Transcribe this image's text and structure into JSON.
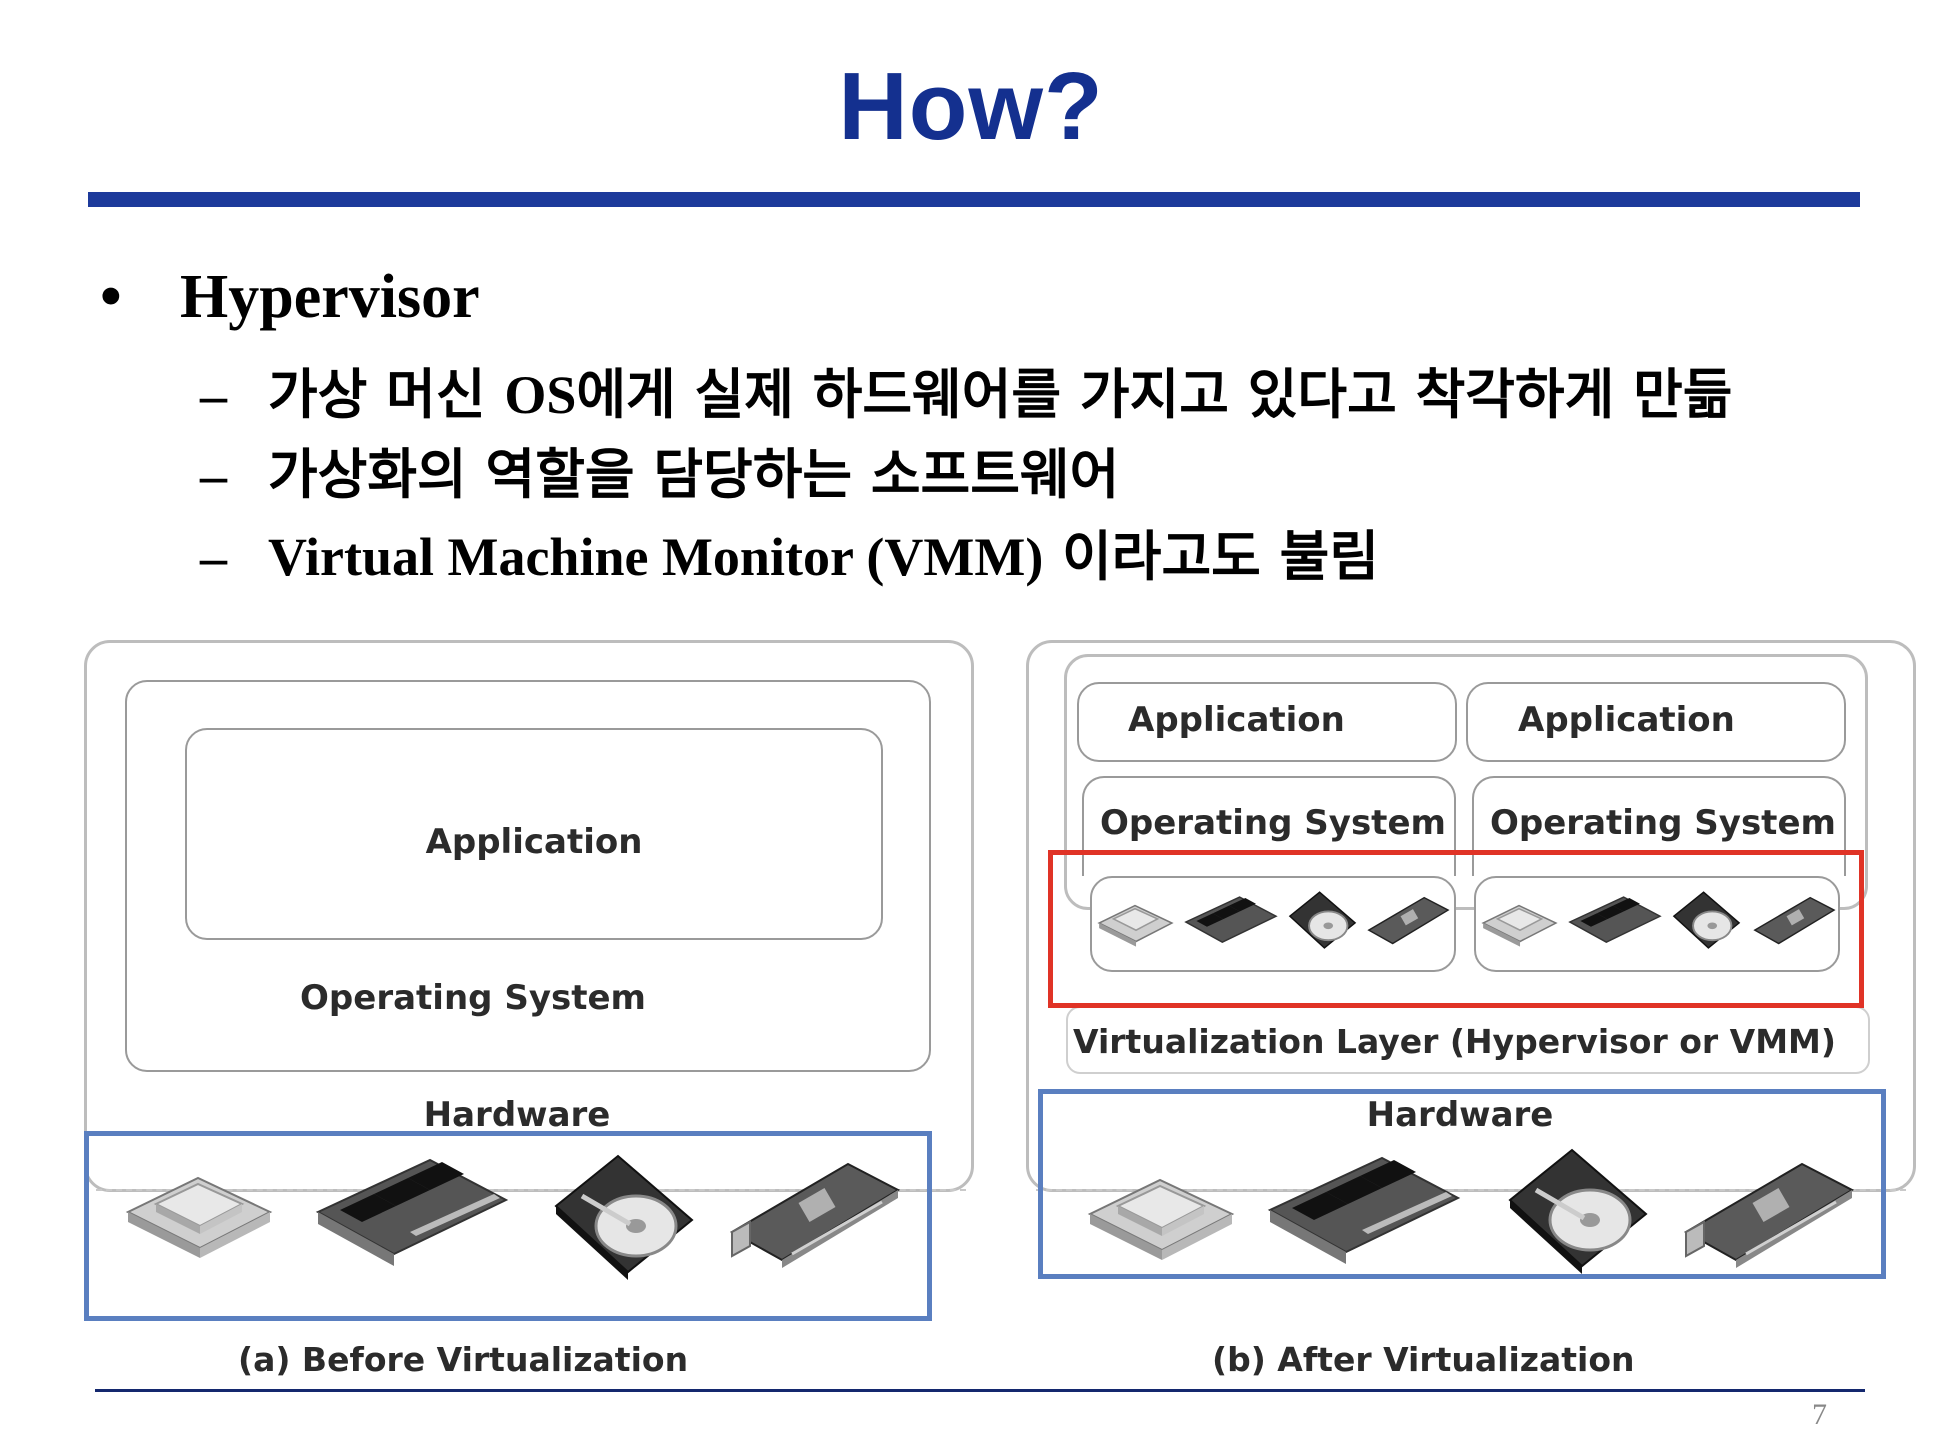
{
  "slide": {
    "title": "How?",
    "page_number": "7",
    "bullet": {
      "marker": "•",
      "text": "Hypervisor",
      "sub_items": [
        {
          "marker": "–",
          "parts": [
            "가상 머신 ",
            "OS",
            "에게 실제 하드웨어를 가지고 있다고 착각하게 만듦"
          ]
        },
        {
          "marker": "–",
          "parts": [
            "가상화의 역할을 담당하는 소프트웨어"
          ]
        },
        {
          "marker": "–",
          "parts": [
            "Virtual Machine Monitor (VMM)",
            " 이라고도 불림"
          ]
        }
      ]
    }
  },
  "diagram": {
    "before": {
      "application": "Application",
      "operating_system": "Operating  System",
      "hardware": "Hardware",
      "caption": "(a) Before  Virtualization"
    },
    "after": {
      "vm_left": {
        "application": "Application",
        "operating_system": "Operating  System"
      },
      "vm_right": {
        "application": "Application",
        "operating_system": "Operating  System"
      },
      "virtualization_layer": "Virtualization  Layer (Hypervisor or VMM)",
      "hardware": "Hardware",
      "caption": "(b)  After  Virtualization"
    },
    "hardware_icons": [
      "cpu-icon",
      "memory-icon",
      "hard-disk-icon",
      "network-card-icon"
    ],
    "colors": {
      "title": "#14308f",
      "title_rule": "#1d3a9b",
      "highlight_red": "#e03326",
      "highlight_blue": "#5a7fc0"
    }
  }
}
